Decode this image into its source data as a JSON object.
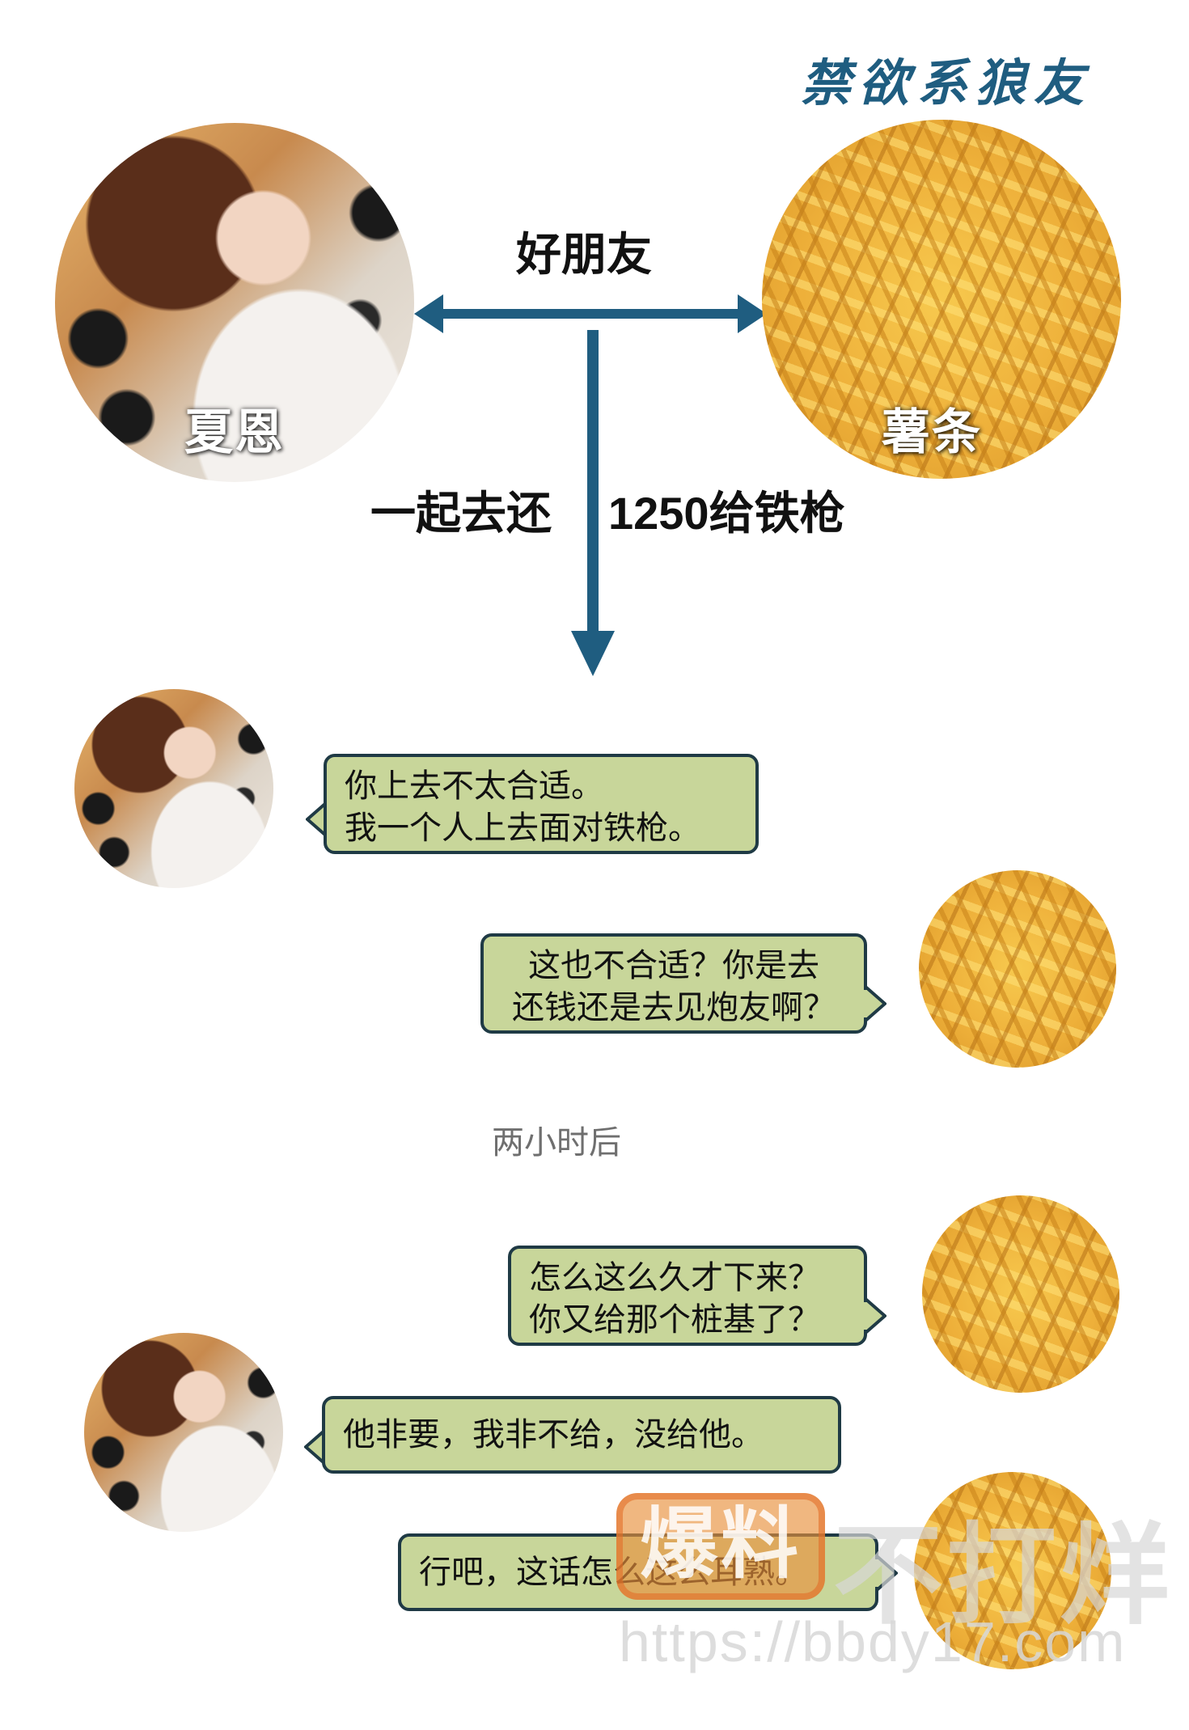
{
  "brand": {
    "title": "禁欲系狼友",
    "color": "#1f5d80"
  },
  "characters": {
    "left": {
      "name": "夏恩",
      "icon": "girl-portrait"
    },
    "right": {
      "name": "薯条",
      "icon": "french-fries"
    }
  },
  "relationship": {
    "label": "好朋友",
    "branch_left": "一起去还",
    "branch_right": "1250给铁枪",
    "arrow_color": "#1f5d80"
  },
  "chat": {
    "bubble_color": "#c8d69a",
    "border_color": "#1f3a45",
    "messages": [
      {
        "speaker": "夏恩",
        "lines": [
          "你上去不太合适。",
          "我一个人上去面对铁枪。"
        ]
      },
      {
        "speaker": "薯条",
        "lines": [
          "这也不合适？你是去",
          "还钱还是去见炮友啊？"
        ]
      },
      {
        "speaker": "薯条",
        "lines": [
          "怎么这么久才下来？",
          "你又给那个桩基了？"
        ]
      },
      {
        "speaker": "夏恩",
        "lines": [
          "他非要，我非不给，没给他。"
        ]
      },
      {
        "speaker": "薯条",
        "lines": [
          "行吧，这话怎么这么耳熟。"
        ]
      }
    ],
    "time_note": "两小时后"
  },
  "watermark": {
    "badge": "爆料",
    "text": "不打烊",
    "url": "https://bbdy17.com"
  }
}
